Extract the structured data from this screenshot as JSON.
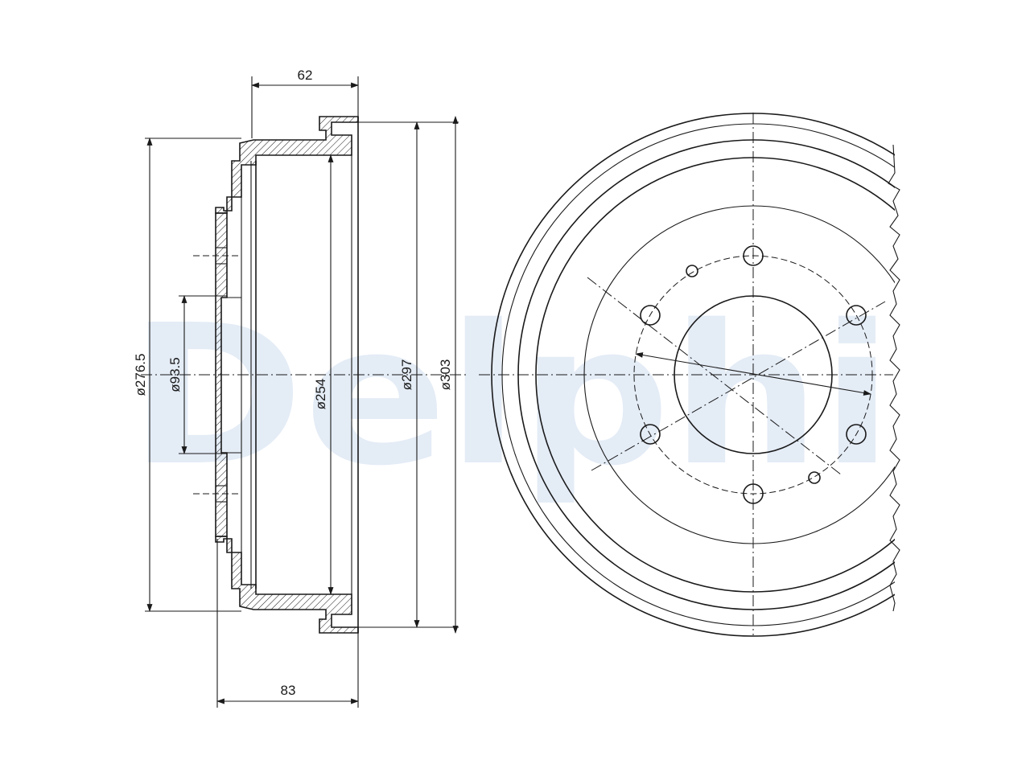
{
  "watermark": {
    "text": "Delphi",
    "color": "#e4ecf6"
  },
  "dimensions": {
    "width_top": "62",
    "width_bottom": "83",
    "d_outer_left": "ø276.5",
    "d_hub_bore": "ø93.5",
    "d_braking": "ø254",
    "d_297": "ø297",
    "d_303": "ø303"
  },
  "colors": {
    "line": "#1a1a1a",
    "background": "#ffffff"
  }
}
